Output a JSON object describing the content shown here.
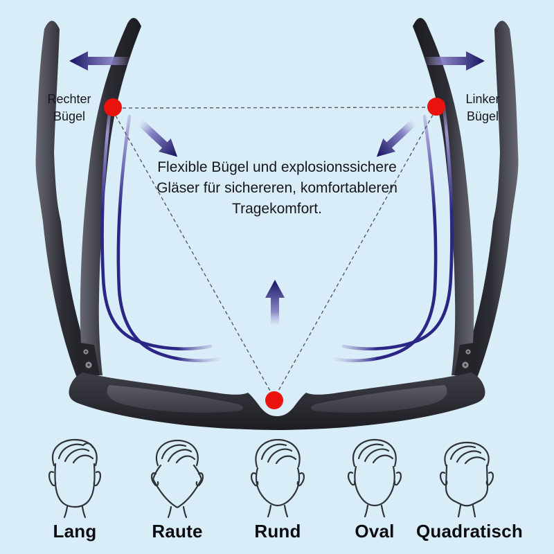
{
  "colors": {
    "background": "#d9edf8",
    "navy_accent": "#1d1878",
    "marker_red": "#e9120d",
    "frame_black": "#26262d",
    "ink": "#15151b"
  },
  "icons": {
    "left_flex_arrow": "arrow-left-icon",
    "right_flex_arrow": "arrow-right-icon",
    "left_inward_arrow": "arrow-down-right-icon",
    "right_inward_arrow": "arrow-down-left-icon",
    "bridge_up_arrow": "arrow-up-icon",
    "pivot_points": "red-dot-marker"
  },
  "callouts": {
    "right_temple": {
      "line1": "Rechter",
      "line2": "Bügel"
    },
    "left_temple": {
      "line1": "Linker",
      "line2": "Bügel"
    }
  },
  "description": {
    "lines": [
      "Flexible Bügel und explosionssichere",
      "Gläser für sichereren, komfortableren",
      "Tragekomfort."
    ]
  },
  "face_shapes": [
    {
      "id": "lang",
      "label": "Lang"
    },
    {
      "id": "raute",
      "label": "Raute"
    },
    {
      "id": "rund",
      "label": "Rund"
    },
    {
      "id": "oval",
      "label": "Oval"
    },
    {
      "id": "quadratisch",
      "label": "Quadratisch"
    }
  ]
}
